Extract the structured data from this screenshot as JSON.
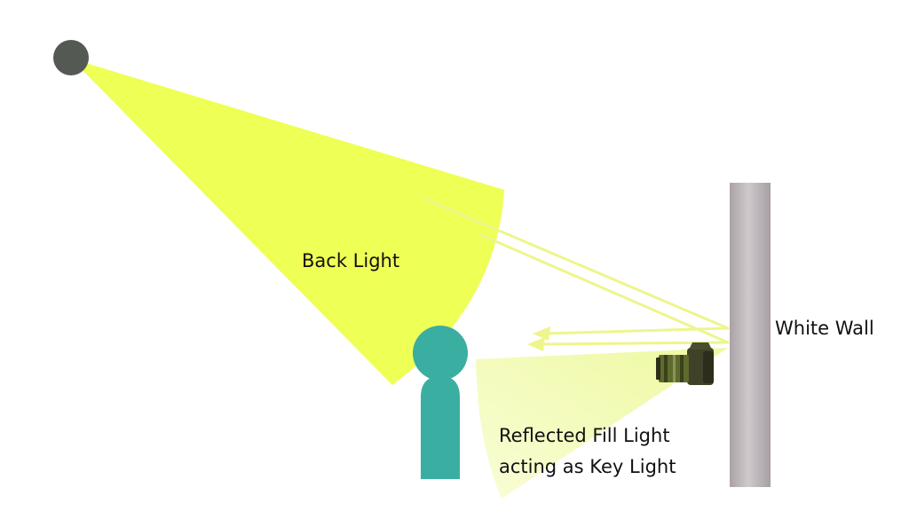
{
  "labels": {
    "back_light": "Back Light",
    "white_wall": "White Wall",
    "fill_line1": "Reflected Fill Light",
    "fill_line2": "acting as Key Light"
  },
  "colors": {
    "background": "#ffffff",
    "back_light_beam": "#eeff55",
    "reflected_beam": "#f6fcb4",
    "reflection_lines": "#eef58c",
    "light_source": "#555953",
    "subject": "#3aaea0",
    "wall": "#b9b1b5",
    "text": "#111111"
  },
  "icons": {
    "light_source": "light-source-circle-icon",
    "subject": "person-silhouette-icon",
    "camera": "dslr-camera-icon"
  }
}
